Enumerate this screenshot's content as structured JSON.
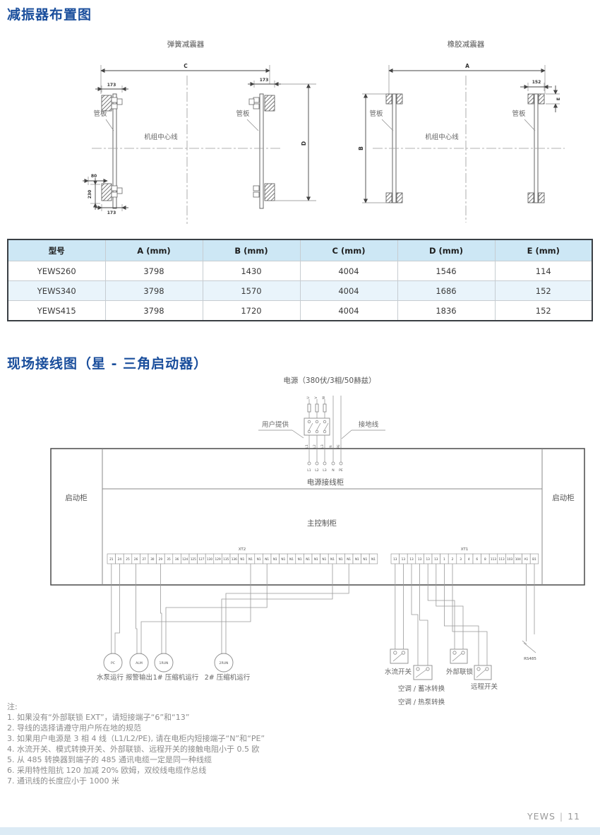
{
  "colors": {
    "accent_blue": "#1a4e9c",
    "table_header_bg": "#cde7f5",
    "table_row_alt": "#e9f4fb",
    "footer_bar": "#dcebf5"
  },
  "section1": {
    "title": "减振器布置图"
  },
  "section2": {
    "title": "现场接线图（星 - 三角启动器）"
  },
  "damper_diagrams": {
    "spring": {
      "title": "弹簧减震器",
      "dims": {
        "span": "C",
        "height": "D",
        "pad_width": "173",
        "pad_offset": "80",
        "pad_height": "230"
      },
      "labels": {
        "tube_plate": "管板",
        "center_line": "机组中心线"
      }
    },
    "rubber": {
      "title": "橡胶减震器",
      "dims": {
        "span": "A",
        "height": "B",
        "pad_width": "152",
        "pad_thickness": "E"
      },
      "labels": {
        "tube_plate": "管板",
        "center_line": "机组中心线"
      }
    }
  },
  "table": {
    "headers": [
      "型号",
      "A (mm)",
      "B (mm)",
      "C (mm)",
      "D (mm)",
      "E (mm)"
    ],
    "rows": [
      [
        "YEWS260",
        "3798",
        "1430",
        "4004",
        "1546",
        "114"
      ],
      [
        "YEWS340",
        "3798",
        "1570",
        "4004",
        "1686",
        "152"
      ],
      [
        "YEWS415",
        "3798",
        "1720",
        "4004",
        "1836",
        "152"
      ]
    ]
  },
  "wiring": {
    "power_label": "电源（380伏/3相/50赫兹）",
    "user_supplied": "用户提供",
    "ground_wire": "接地线",
    "phases": [
      "U",
      "V",
      "W"
    ],
    "incoming": [
      "L1",
      "L2",
      "L3",
      "N",
      "PE"
    ],
    "power_cabinet": "电源接线柜",
    "starter_cabinet_left": "启动柜",
    "starter_cabinet_right": "启动柜",
    "main_cabinet": "主控制柜",
    "xt2": {
      "label": "XT2",
      "terminals": [
        "21",
        "24",
        "25",
        "26",
        "27",
        "30",
        "29",
        "35",
        "36",
        "124",
        "125",
        "127",
        "130",
        "129",
        "135",
        "136",
        "N1",
        "N1",
        "N1",
        "N1",
        "N1",
        "N1",
        "N1",
        "N1",
        "N1",
        "N1",
        "N1",
        "N1",
        "N1",
        "N1",
        "N1",
        "N1",
        "N1"
      ]
    },
    "xt1": {
      "label": "XT1",
      "terminals": [
        "13",
        "13",
        "13",
        "13",
        "13",
        "13",
        "1",
        "2",
        "3",
        "4",
        "6",
        "8",
        "113",
        "113",
        "103",
        "104",
        "A1",
        "B1"
      ]
    },
    "outputs": [
      {
        "tag": "PC",
        "label": "水泵运行"
      },
      {
        "tag": "ALM",
        "label": "报警输出"
      },
      {
        "tag": "1RUN",
        "label": "1# 压缩机运行"
      },
      {
        "tag": "2RUN",
        "label": "2# 压缩机运行"
      }
    ],
    "inputs": [
      {
        "label": "水流开关"
      },
      {
        "label": "空调 / 蓄冰转换",
        "label2": "空调 / 热泵转换"
      },
      {
        "label": "外部联锁"
      },
      {
        "label": "远程开关"
      }
    ],
    "rs485_label": "RS485"
  },
  "notes": {
    "title": "注:",
    "items": [
      "1. 如果没有“外部联锁 EXT”，请短接端子“6”和“13”",
      "2. 导线的选择请遵守用户所在地的规范",
      "3. 如果用户电源是 3 相 4 线（L1/L2/PE), 请在电柜内短接端子“N”和“PE”",
      "4. 水流开关、模式转换开关、外部联锁、远程开关的接触电阻小于 0.5 欧",
      "5. 从 485 转换器到端子的 485 通讯电缆一定是同一种线缆",
      "6. 采用特性阻抗 120 加减 20% 欧姆，双绞线电缆作总线",
      "7. 通讯线的长度应小于 1000 米"
    ]
  },
  "footer": {
    "brand": "YEWS",
    "separator": "|",
    "page_number": "11"
  }
}
